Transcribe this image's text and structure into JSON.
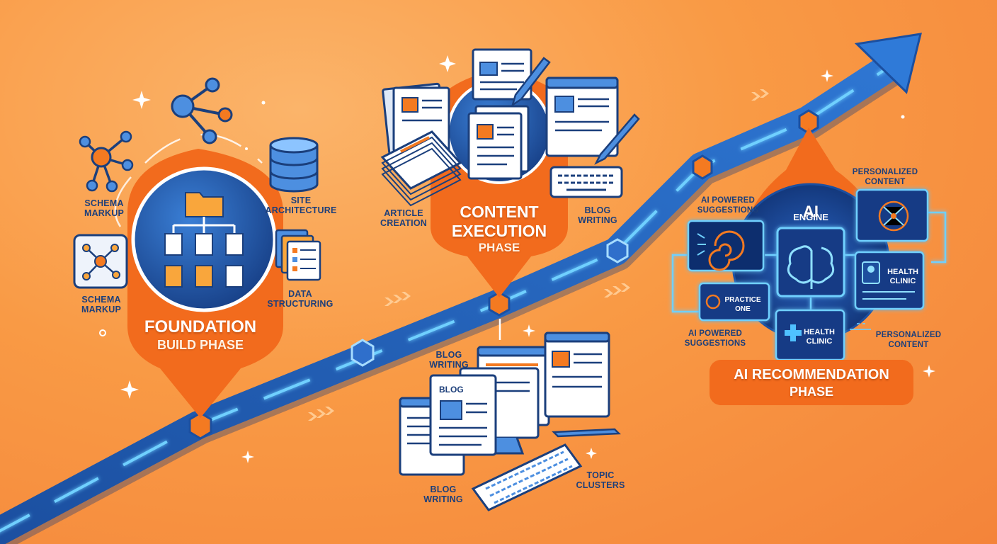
{
  "phases": {
    "foundation": {
      "title": "FOUNDATION",
      "subtitle": "BUILD PHASE"
    },
    "content": {
      "title_line1": "CONTENT",
      "title_line2": "EXECUTION",
      "subtitle": "PHASE"
    },
    "ai": {
      "title_line1": "AI RECOMMENDATION",
      "title_line2": "PHASE"
    }
  },
  "foundation_labels": {
    "schema_markup_top": "SCHEMA\nMARKUP",
    "schema_markup_bottom": "SCHEMA\nMARKUP",
    "site_architecture": "SITE\nARCHITECTURE",
    "data_structuring": "DATA\nSTRUCTURING"
  },
  "content_labels": {
    "article_creation": "ARTICLE\nCREATION",
    "blog_writing_top": "BLOG\nWRITING",
    "blog_writing_mid": "BLOG\nWRITING",
    "blog_writing_bottom": "BLOG\nWRITING",
    "topic_clusters": "TOPIC\nCLUSTERS",
    "blog_tag": "BLOG"
  },
  "ai_labels": {
    "engine_line1": "AI",
    "engine_line2": "ENGINE",
    "personalized_top": "PERSONALIZED\nCONTENT",
    "personalized_bottom": "PERSONALIZED\nCONTENT",
    "suggestions_top": "AI POWERED\nSUGGESTIONS",
    "suggestions_bottom": "AI POWERED\nSUGGESTIONS",
    "practice_one": "PRACTICE\nONE",
    "health_clinic_right": "HEALTH\nCLINIC",
    "health_clinic_bottom": "HEALTH\nCLINIC"
  },
  "colors": {
    "background": "#f99a45",
    "orange_pin": "#f26b1d",
    "navy": "#1d4f9e",
    "glow_blue": "#6fd0ff",
    "label_text": "#1d3f7a"
  },
  "icons": [
    "network-icon",
    "database-icon",
    "folder-tree-icon",
    "document-stack-icon",
    "pen-icon",
    "keyboard-icon",
    "browser-window-icon",
    "brain-icon",
    "medical-cross-icon",
    "sparkle-icon"
  ]
}
